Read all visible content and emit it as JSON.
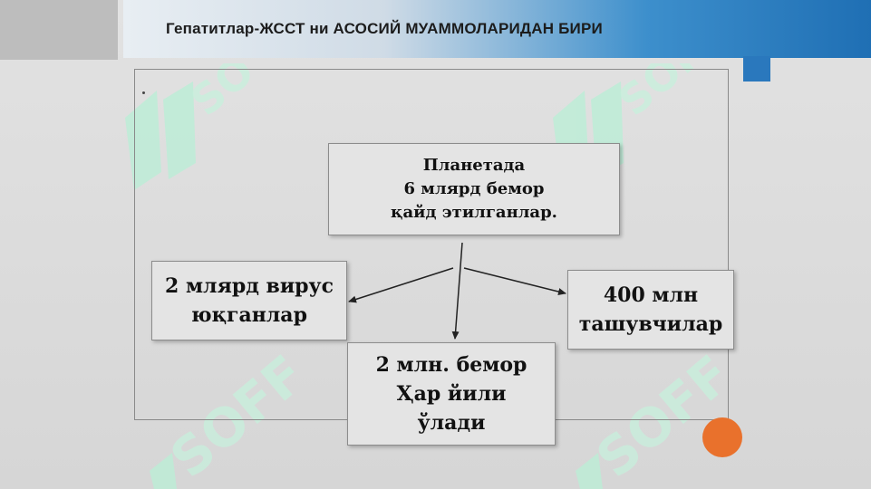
{
  "header": {
    "title": "Гепатитлар-ЖССТ ни АСОСИЙ МУАММОЛАРИДАН БИРИ"
  },
  "diagram": {
    "center": {
      "lines": [
        "Планетада",
        "6 млярд бемор",
        "қайд этилганлар."
      ]
    },
    "left": {
      "lines": [
        "2 млярд вирус",
        "юқганлар"
      ]
    },
    "right": {
      "lines": [
        "400 млн",
        "ташувчилар"
      ]
    },
    "bottom": {
      "lines": [
        "2 млн. бемор",
        "Ҳар йили",
        "ўлади"
      ]
    }
  },
  "watermark": {
    "text": "SOFF"
  },
  "colors": {
    "header_blue": "#1f6fb4",
    "accent_orange": "#e9712c",
    "watermark_green": "#7fe3b5"
  }
}
